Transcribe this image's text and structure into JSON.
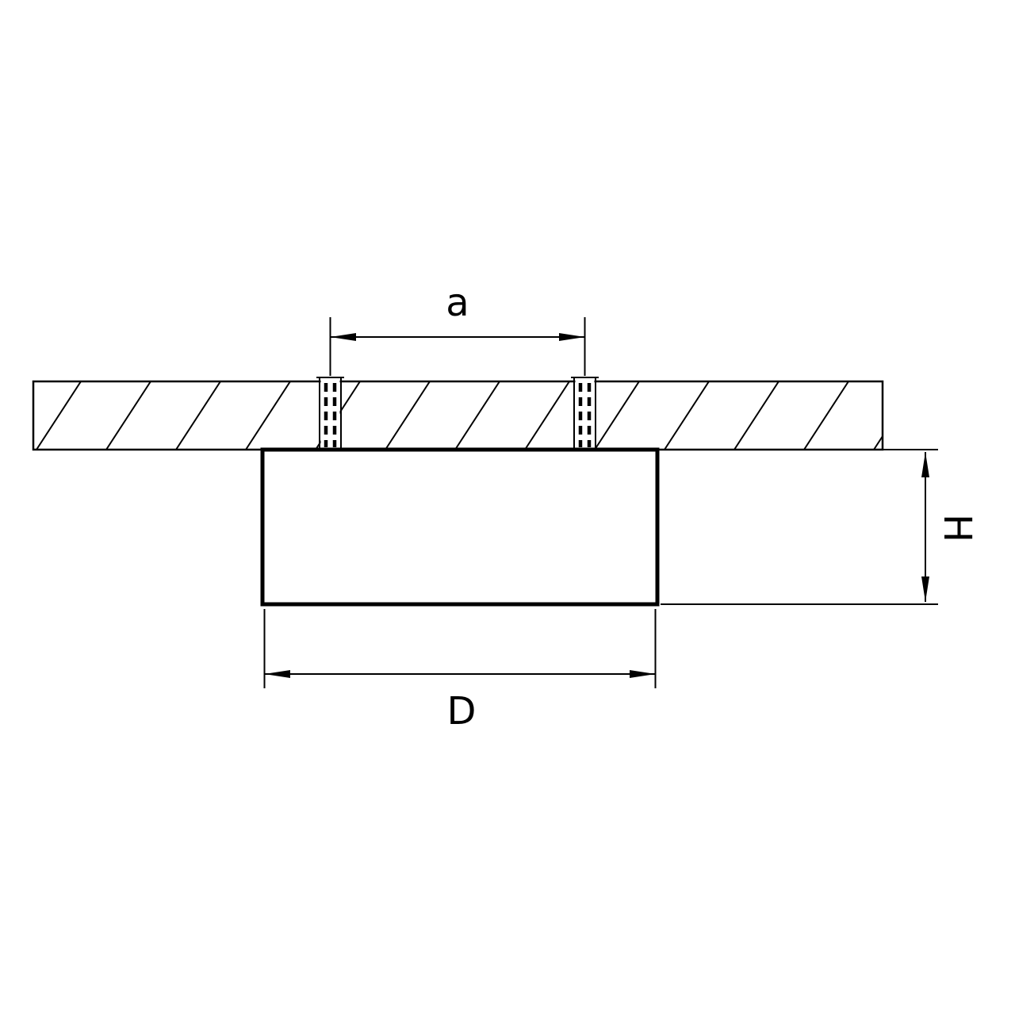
{
  "drawing": {
    "type": "technical-dimension-diagram",
    "subject": "surface-mounted ceiling light fixture cross-section",
    "labels": {
      "cutout_width": "a",
      "diameter": "D",
      "height": "H"
    },
    "colors": {
      "line": "#000000",
      "background": "#ffffff"
    }
  }
}
